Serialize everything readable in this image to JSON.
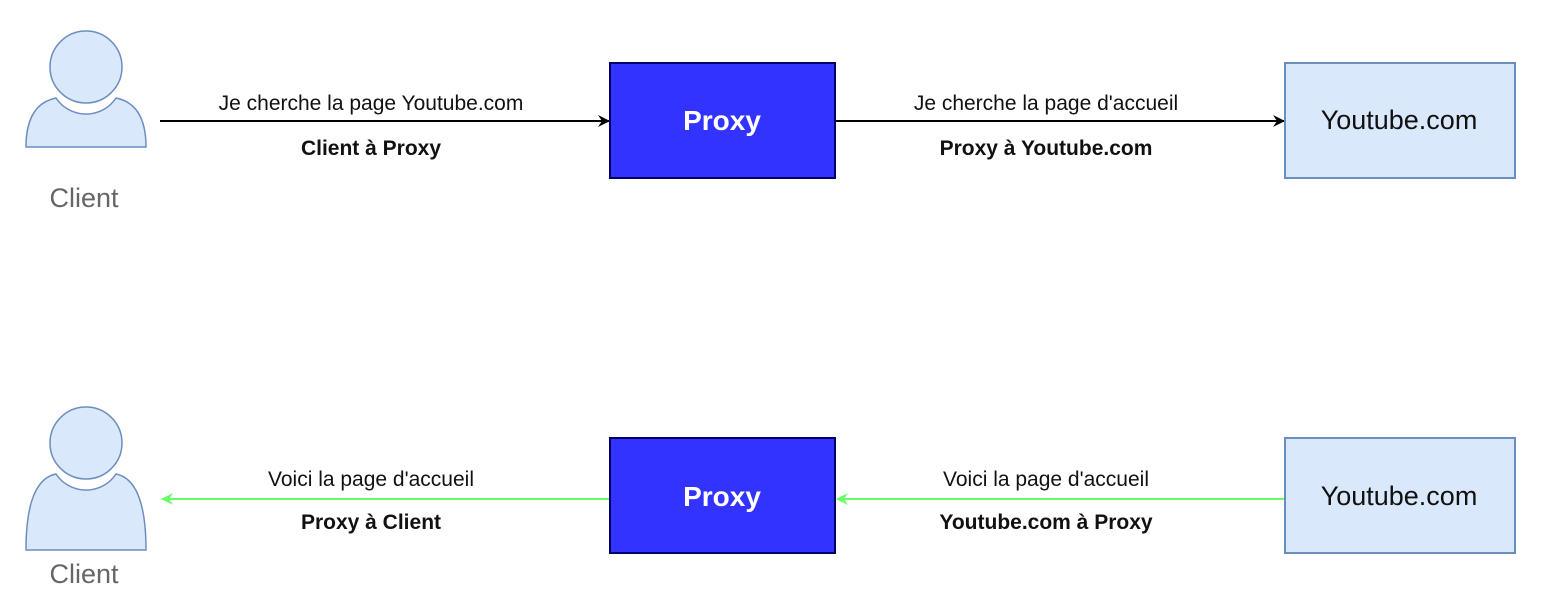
{
  "colors": {
    "actor_fill": "#dae8fc",
    "actor_stroke": "#6c8ebf",
    "proxy_fill": "#3333ff",
    "proxy_stroke": "#000066",
    "server_fill": "#dae8fc",
    "server_stroke": "#6c8ebf",
    "request_arrow": "#000000",
    "response_arrow": "#66ff66"
  },
  "request_flow": {
    "client_label": "Client",
    "proxy_label": "Proxy",
    "server_label": "Youtube.com",
    "edge_client_proxy": {
      "message": "Je cherche la page Youtube.com",
      "route": "Client à Proxy"
    },
    "edge_proxy_server": {
      "message": "Je cherche la page d'accueil",
      "route": "Proxy à Youtube.com"
    }
  },
  "response_flow": {
    "client_label": "Client",
    "proxy_label": "Proxy",
    "server_label": "Youtube.com",
    "edge_proxy_client": {
      "message": "Voici la page d'accueil",
      "route": "Proxy à Client"
    },
    "edge_server_proxy": {
      "message": "Voici la page d'accueil",
      "route": "Youtube.com à Proxy"
    }
  }
}
